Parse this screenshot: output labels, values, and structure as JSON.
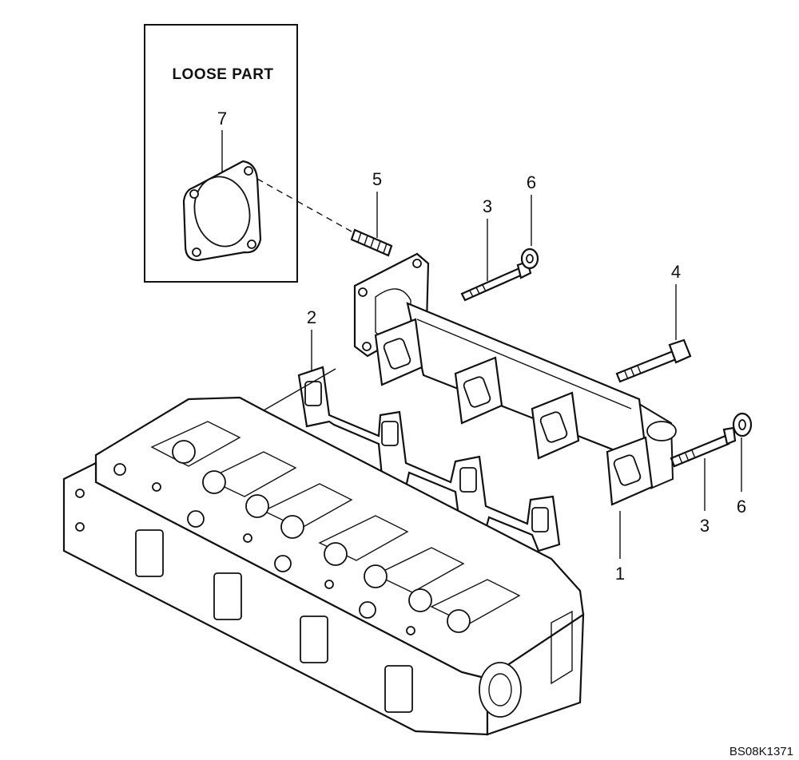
{
  "inset": {
    "title": "LOOSE PART"
  },
  "callouts": {
    "c1": "1",
    "c2": "2",
    "c3a": "3",
    "c3b": "3",
    "c4": "4",
    "c5": "5",
    "c6a": "6",
    "c6b": "6",
    "c7": "7"
  },
  "figure_code": "BS08K1371",
  "parts": [
    {
      "ref": "1",
      "name": "exhaust-manifold"
    },
    {
      "ref": "2",
      "name": "manifold-gasket"
    },
    {
      "ref": "3",
      "name": "bolt"
    },
    {
      "ref": "4",
      "name": "long-bolt"
    },
    {
      "ref": "5",
      "name": "stud"
    },
    {
      "ref": "6",
      "name": "nut"
    },
    {
      "ref": "7",
      "name": "flange-gasket"
    }
  ],
  "colors": {
    "ink": "#111111",
    "paper": "#ffffff"
  }
}
